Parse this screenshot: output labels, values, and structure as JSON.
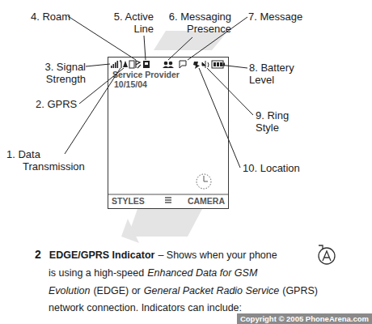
{
  "diagram": {
    "nodes": [
      {
        "text": [
          "Service Provider",
          "10/15/04",
          "STYLES",
          "CAMERA"
        ]
      }
    ],
    "labels": [
      "4. Roam",
      "5. Active Line",
      "6. Messaging Presence",
      "7. Message",
      "3. Signal Strength",
      "8. Battery Level",
      "2. GPRS",
      "9. Ring Style",
      "1. Data Transmission",
      "10. Location",
      "2",
      "EDGE/GPRS Indicator",
      "– Shows when your phone",
      "is using a high-speed",
      "Enhanced Data for GSM",
      "Evolution",
      "(EDGE) or",
      "General Packet Radio Service",
      "(GPRS)",
      "network connection. Indicators can include:",
      "Copyright © 2005 PhoneArena.com"
    ]
  }
}
